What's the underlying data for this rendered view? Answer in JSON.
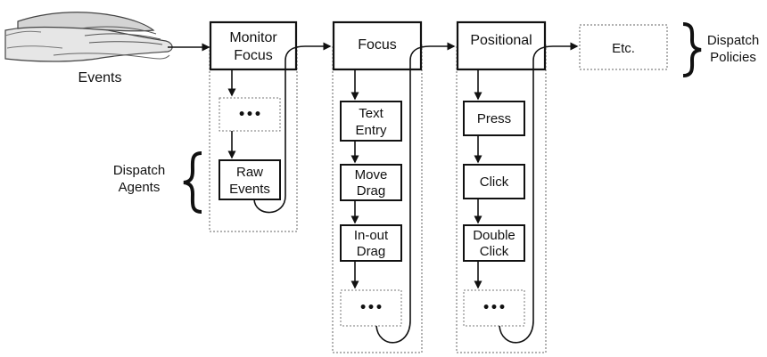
{
  "events_label": "Events",
  "policies": [
    {
      "id": "monitor-focus",
      "lines": [
        "Monitor",
        "Focus"
      ]
    },
    {
      "id": "focus",
      "lines": [
        "Focus"
      ]
    },
    {
      "id": "positional",
      "lines": [
        "Positional"
      ]
    },
    {
      "id": "etc",
      "lines": [
        "Etc."
      ]
    }
  ],
  "agents": {
    "monitor-focus": [
      {
        "lines": [
          "•••"
        ],
        "dotted": true
      },
      {
        "lines": [
          "Raw",
          "Events"
        ],
        "dotted": false
      }
    ],
    "focus": [
      {
        "lines": [
          "Text",
          "Entry"
        ],
        "dotted": false
      },
      {
        "lines": [
          "Move",
          "Drag"
        ],
        "dotted": false
      },
      {
        "lines": [
          "In-out",
          "Drag"
        ],
        "dotted": false
      },
      {
        "lines": [
          "•••"
        ],
        "dotted": true
      }
    ],
    "positional": [
      {
        "lines": [
          "Press"
        ],
        "dotted": false
      },
      {
        "lines": [
          "Click"
        ],
        "dotted": false
      },
      {
        "lines": [
          "Double",
          "Click"
        ],
        "dotted": false
      },
      {
        "lines": [
          "•••"
        ],
        "dotted": true
      }
    ]
  },
  "dispatch_agents_label": [
    "Dispatch",
    "Agents"
  ],
  "dispatch_policies_label": [
    "Dispatch",
    "Policies"
  ],
  "icons": {
    "hand": "hand-on-mouse-icon",
    "brace": "curly-brace-icon"
  }
}
